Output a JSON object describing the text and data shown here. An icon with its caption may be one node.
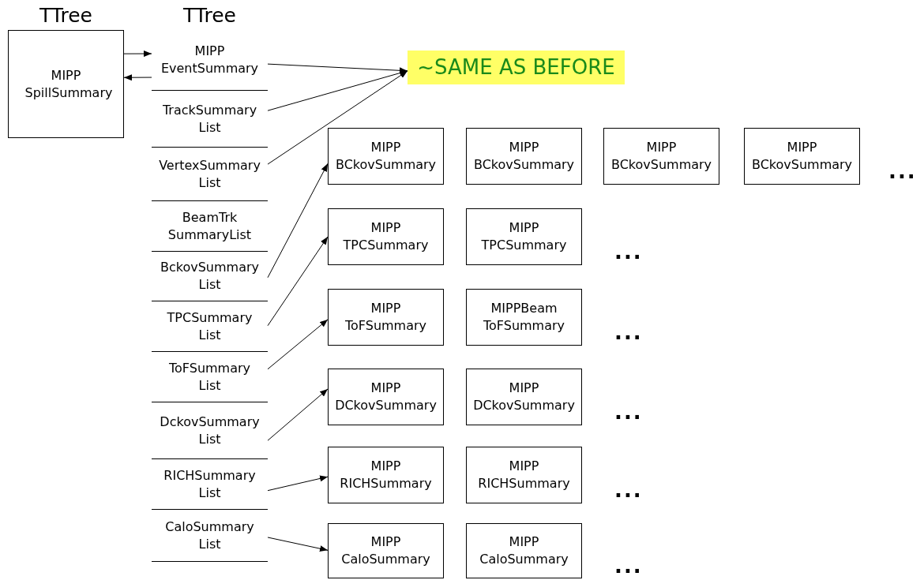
{
  "diagram": {
    "nodes": [
      {
        "text": [
          "TTree",
          "MIPP SpillSummary"
        ]
      },
      {
        "text": [
          "TTree"
        ]
      },
      {
        "text": [
          "MIPP EventSummary"
        ],
        "in": 1
      },
      {
        "text": [
          "TrackSummary List"
        ],
        "in": 1
      },
      {
        "text": [
          "VertexSummary List"
        ],
        "in": 1
      },
      {
        "text": [
          "BeamTrk SummaryList"
        ],
        "in": 1
      },
      {
        "text": [
          "BckovSummary List"
        ],
        "in": 1
      },
      {
        "text": [
          "TPCSummary List"
        ],
        "in": 1
      },
      {
        "text": [
          "ToFSummary List"
        ],
        "in": 1
      },
      {
        "text": [
          "DckovSummary List"
        ],
        "in": 1
      },
      {
        "text": [
          "RICHSummary List"
        ],
        "in": 1
      },
      {
        "text": [
          "CaloSummary List"
        ],
        "in": 1
      },
      {
        "text": [
          "~SAME AS BEFORE"
        ]
      },
      {
        "text": [
          "MIPP BCkovSummary"
        ]
      },
      {
        "text": [
          "MIPP BCkovSummary"
        ]
      },
      {
        "text": [
          "MIPP BCkovSummary"
        ]
      },
      {
        "text": [
          "MIPP BCkovSummary"
        ]
      },
      {
        "text": [
          "MIPP TPCSummary"
        ]
      },
      {
        "text": [
          "MIPP TPCSummary"
        ]
      },
      {
        "text": [
          "MIPP ToFSummary"
        ]
      },
      {
        "text": [
          "MIPPBeam ToFSummary"
        ]
      },
      {
        "text": [
          "MIPP DCkovSummary"
        ]
      },
      {
        "text": [
          "MIPP DCkovSummary"
        ]
      },
      {
        "text": [
          "MIPP RICHSummary"
        ]
      },
      {
        "text": [
          "MIPP RICHSummary"
        ]
      },
      {
        "text": [
          "MIPP CaloSummary"
        ]
      },
      {
        "text": [
          "MIPP CaloSummary"
        ]
      }
    ],
    "edges": [
      {
        "from": 0,
        "to": 2,
        "arrow": "to"
      },
      {
        "from": 2,
        "to": 0,
        "arrow": "to"
      },
      {
        "from": 2,
        "to": 12,
        "arrow": "to"
      },
      {
        "from": 3,
        "to": 12,
        "arrow": "to"
      },
      {
        "from": 4,
        "to": 12,
        "arrow": "to"
      },
      {
        "from": 6,
        "to": 13,
        "arrow": "to"
      },
      {
        "from": 7,
        "to": 17,
        "arrow": "to"
      },
      {
        "from": 8,
        "to": 19,
        "arrow": "to"
      },
      {
        "from": 9,
        "to": 21,
        "arrow": "to"
      },
      {
        "from": 10,
        "to": 23,
        "arrow": "to"
      },
      {
        "from": 11,
        "to": 25,
        "arrow": "to"
      }
    ],
    "labels": [
      "...",
      "...",
      "...",
      "...",
      "...",
      "..."
    ]
  }
}
